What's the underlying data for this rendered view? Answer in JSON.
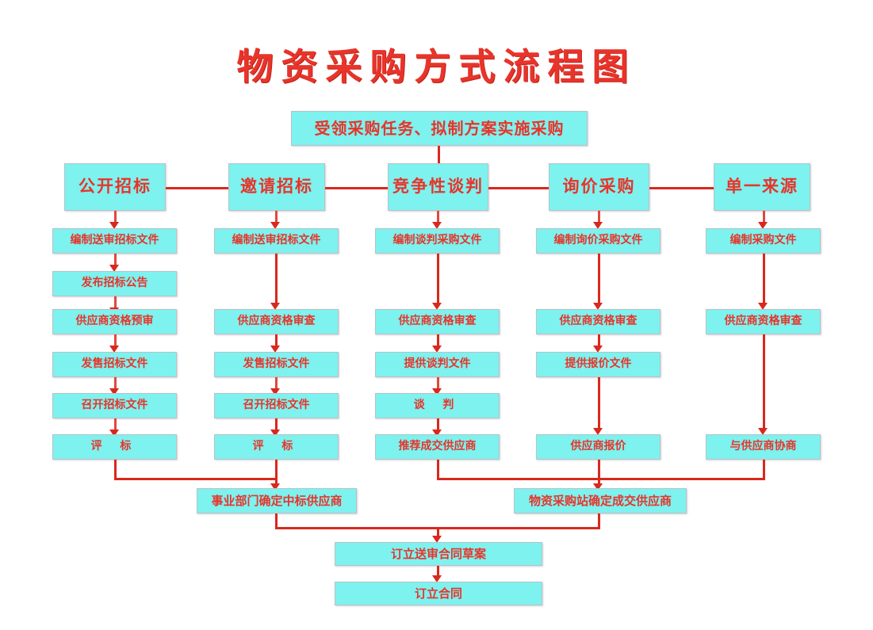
{
  "title": "物资采购方式流程图",
  "start_node": {
    "label": "受领采购任务、拟制方案实施采购"
  },
  "categories": [
    {
      "label": "公开招标"
    },
    {
      "label": "邀请招标"
    },
    {
      "label": "竞争性谈判"
    },
    {
      "label": "询价采购"
    },
    {
      "label": "单一来源"
    }
  ],
  "columns": [
    {
      "name": "公开招标",
      "steps": [
        {
          "label": "编制送审招标文件",
          "row": 1
        },
        {
          "label": "发布招标公告",
          "row": 2
        },
        {
          "label": "供应商资格预审",
          "row": 3
        },
        {
          "label": "发售招标文件",
          "row": 4
        },
        {
          "label": "召开招标文件",
          "row": 5
        },
        {
          "label": "评  标",
          "row": 6
        }
      ]
    },
    {
      "name": "邀请招标",
      "steps": [
        {
          "label": "编制送审招标文件",
          "row": 1
        },
        {
          "label": "供应商资格审查",
          "row": 3
        },
        {
          "label": "发售招标文件",
          "row": 4
        },
        {
          "label": "召开招标文件",
          "row": 5
        },
        {
          "label": "评  标",
          "row": 6
        }
      ]
    },
    {
      "name": "竞争性谈判",
      "steps": [
        {
          "label": "编制谈判采购文件",
          "row": 1
        },
        {
          "label": "供应商资格审查",
          "row": 3
        },
        {
          "label": "提供谈判文件",
          "row": 4
        },
        {
          "label": "谈  判",
          "row": 5
        },
        {
          "label": "推荐成交供应商",
          "row": 6
        }
      ]
    },
    {
      "name": "询价采购",
      "steps": [
        {
          "label": "编制询价采购文件",
          "row": 1
        },
        {
          "label": "供应商资格审查",
          "row": 3
        },
        {
          "label": "提供报价文件",
          "row": 4
        },
        {
          "label": "供应商报价",
          "row": 6
        }
      ]
    },
    {
      "name": "单一来源",
      "steps": [
        {
          "label": "编制采购文件",
          "row": 1
        },
        {
          "label": "供应商资格审查",
          "row": 3
        },
        {
          "label": "与供应商协商",
          "row": 6
        }
      ]
    }
  ],
  "merge_nodes": [
    {
      "label": "事业部门确定中标供应商"
    },
    {
      "label": "物资采购站确定成交供应商"
    }
  ],
  "final_nodes": [
    {
      "label": "订立送审合同草案"
    },
    {
      "label": "订立合同"
    }
  ],
  "colors": {
    "node_fill": "#7df2ef",
    "node_border": "#b9c2c6",
    "text": "#e8342a",
    "connector": "#d9281d",
    "background": "#ffffff"
  }
}
